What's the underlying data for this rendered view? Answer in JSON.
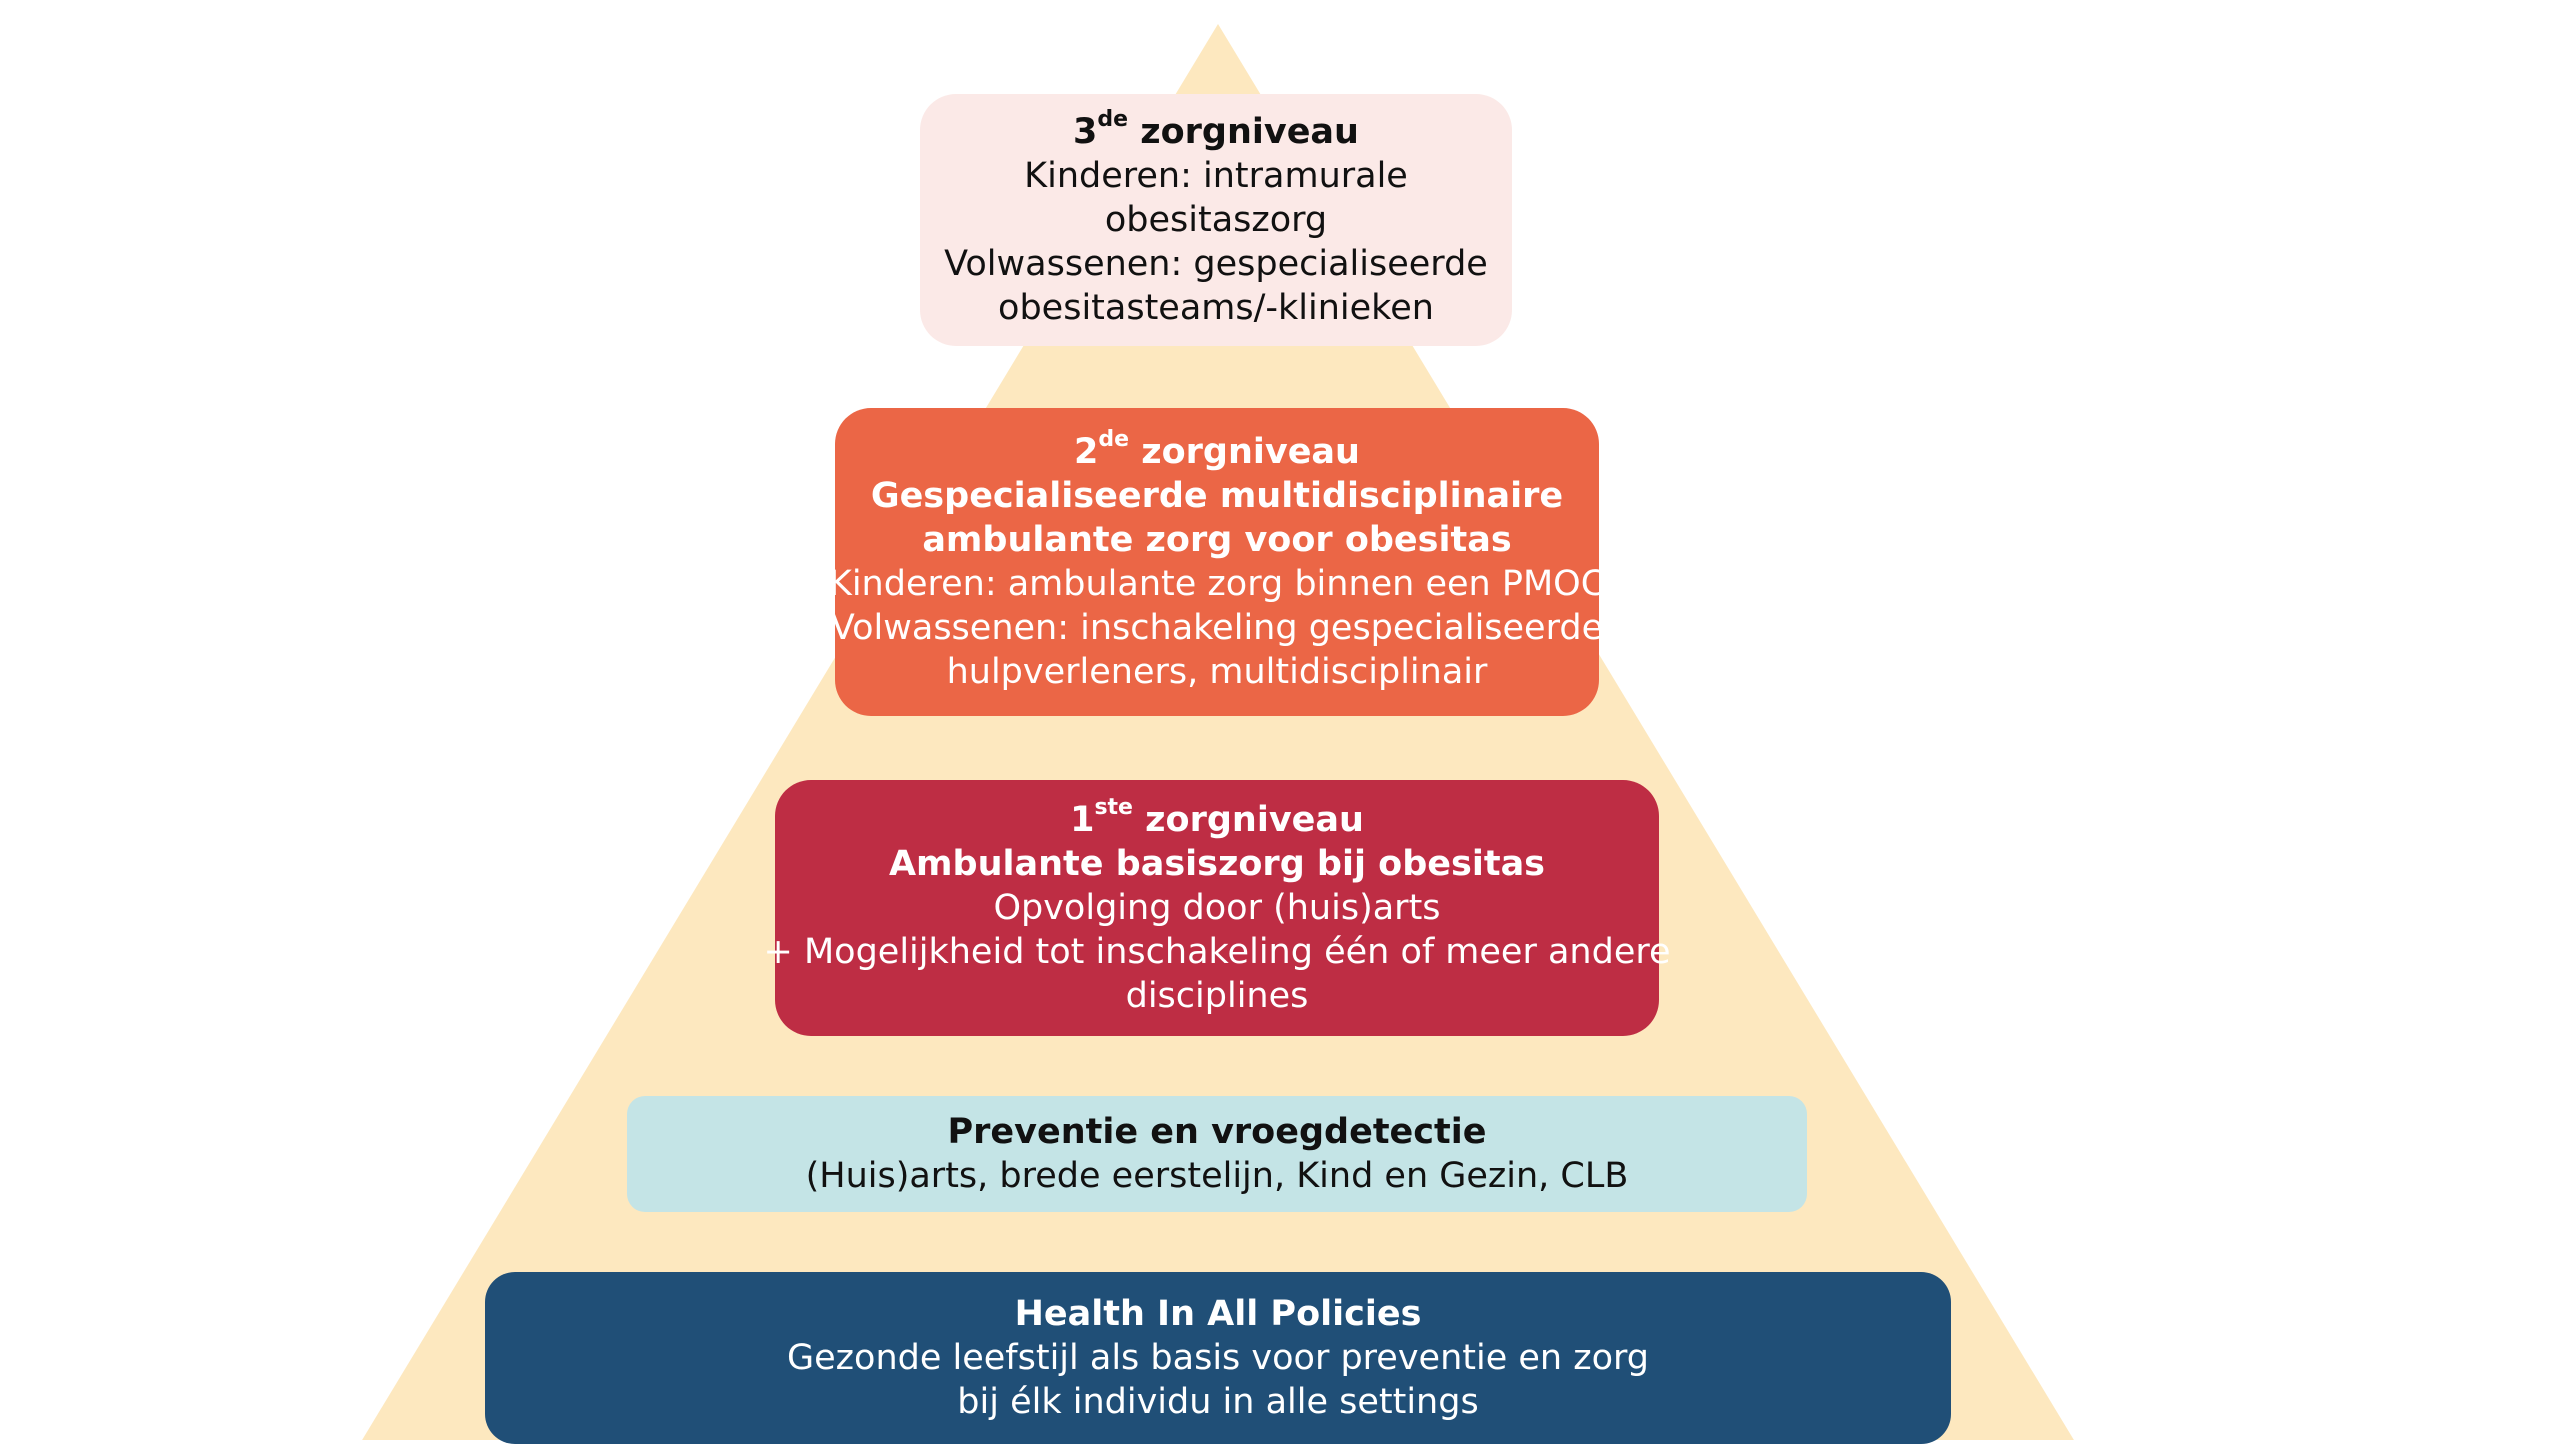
{
  "colors": {
    "pyramid": "#fde8bf",
    "level3_bg": "#fbe9e7",
    "level2_bg": "#eb6646",
    "level1_bg": "#be2d44",
    "prevention_bg": "#c4e4e6",
    "health_bg": "#204f77"
  },
  "level3": {
    "num": "3",
    "ordinal": "de",
    "title_rest": " zorgniveau",
    "lines": [
      "Kinderen: intramurale",
      "obesitaszorg",
      "Volwassenen: gespecialiseerde",
      "obesitasteams/-klinieken"
    ]
  },
  "level2": {
    "num": "2",
    "ordinal": "de",
    "title_rest": " zorgniveau",
    "subtitle1": "Gespecialiseerde multidisciplinaire",
    "subtitle2": "ambulante zorg voor obesitas",
    "lines": [
      "Kinderen: ambulante zorg binnen een PMOC",
      "Volwassenen: inschakeling gespecialiseerde",
      "hulpverleners, multidisciplinair"
    ]
  },
  "level1": {
    "num": "1",
    "ordinal": "ste",
    "title_rest": " zorgniveau",
    "subtitle": "Ambulante basiszorg bij obesitas",
    "lines": [
      "Opvolging door (huis)arts",
      "+ Mogelijkheid tot inschakeling één of meer andere",
      "disciplines"
    ]
  },
  "prevention": {
    "title": "Preventie en vroegdetectie",
    "line": "(Huis)arts, brede eerstelijn, Kind en Gezin, CLB"
  },
  "health": {
    "title": "Health In All Policies",
    "lines": [
      "Gezonde leefstijl als basis voor preventie en zorg",
      "bij élk individu in alle settings"
    ]
  }
}
